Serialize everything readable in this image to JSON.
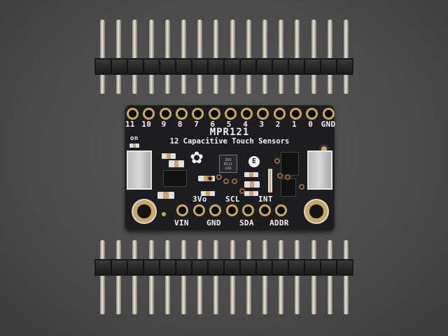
{
  "scene": {
    "description": "Product photo of an Adafruit MPR121 capacitive touch sensor breakout board with two loose 16-pin male headers on a dark grey textured background",
    "background_color": "#4f4f4f",
    "board_color": "#1d1d1f",
    "pad_color": "#c9a862"
  },
  "board": {
    "title": "MPR121",
    "subtitle": "12 Capacitive Touch Sensors",
    "top_pins": [
      "11",
      "10",
      "9",
      "8",
      "7",
      "6",
      "5",
      "4",
      "3",
      "2",
      "1",
      "0",
      "GND"
    ],
    "bottom_pins_upper_labels": [
      "3Vo",
      "SCL",
      "INT"
    ],
    "bottom_pins_lower_labels": [
      "VIN",
      "GND",
      "SDA",
      "ADDR"
    ],
    "led_label": "on",
    "chip_marking": [
      "2K5",
      "M121",
      "LKA"
    ],
    "logo": "adafruit-flower-logo",
    "e_mark": "E"
  },
  "headers": {
    "top": {
      "pin_count": 16
    },
    "bottom": {
      "pin_count": 16
    }
  }
}
